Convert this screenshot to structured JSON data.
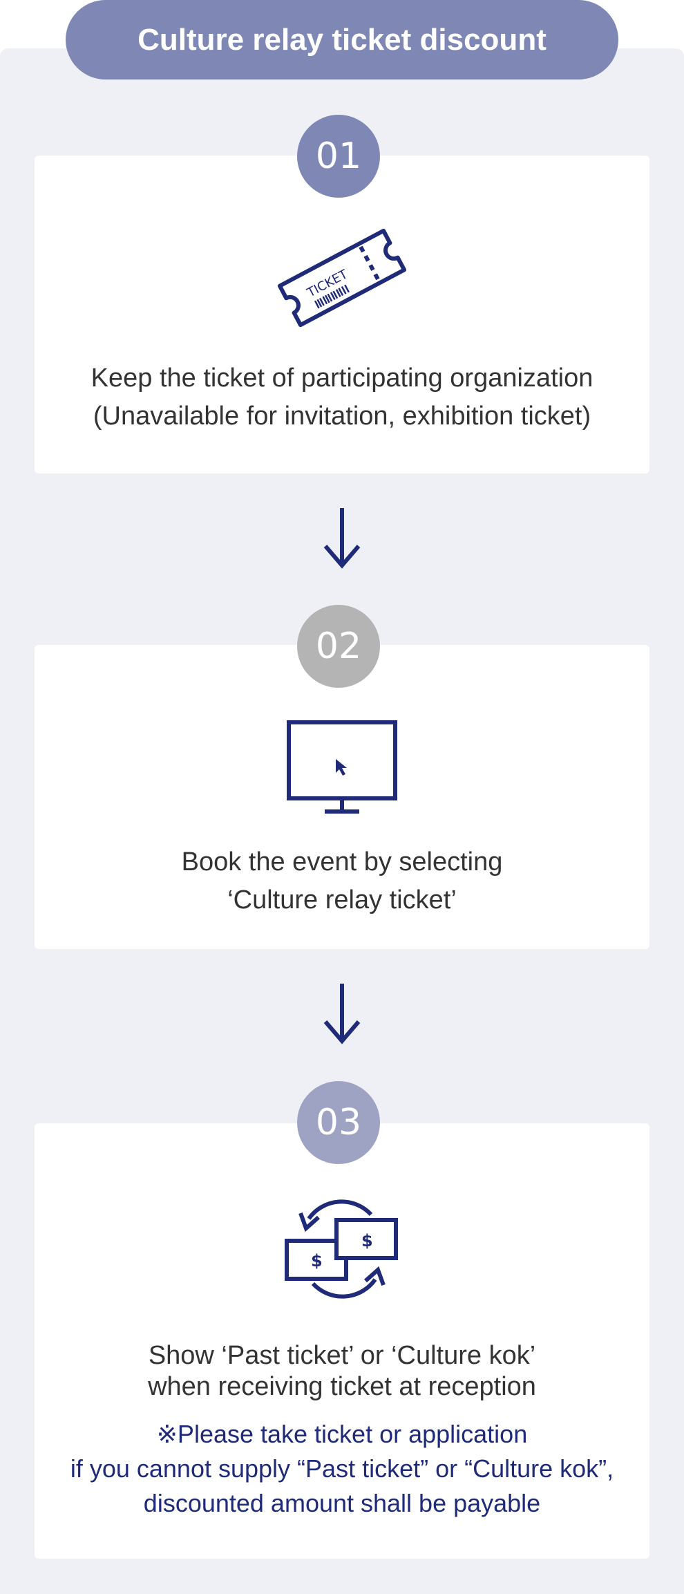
{
  "header": {
    "title": "Culture relay ticket discount"
  },
  "steps": [
    {
      "number": "01",
      "badge_color": "#7f88b4",
      "icon": "ticket-icon",
      "icon_text": "TICKET",
      "line1": "Keep the ticket of participating organization",
      "line2": "(Unavailable for invitation, exhibition ticket)"
    },
    {
      "number": "02",
      "badge_color": "#b4b4b4",
      "icon": "monitor-icon",
      "line1": "Book the event by selecting",
      "line2": "‘Culture relay ticket’"
    },
    {
      "number": "03",
      "badge_color": "#9ea3c4",
      "icon": "money-exchange-icon",
      "icon_text": "$",
      "line1": "Show ‘Past ticket’ or ‘Culture kok’",
      "line2": "when receiving ticket at reception",
      "note_line1": "※Please take ticket or application",
      "note_line2": "if you cannot supply “Past ticket” or “Culture kok”,",
      "note_line3": "discounted amount shall be payable"
    }
  ],
  "colors": {
    "accent": "#1f2a78",
    "panel": "#eff0f6",
    "pill": "#7f88b4"
  }
}
